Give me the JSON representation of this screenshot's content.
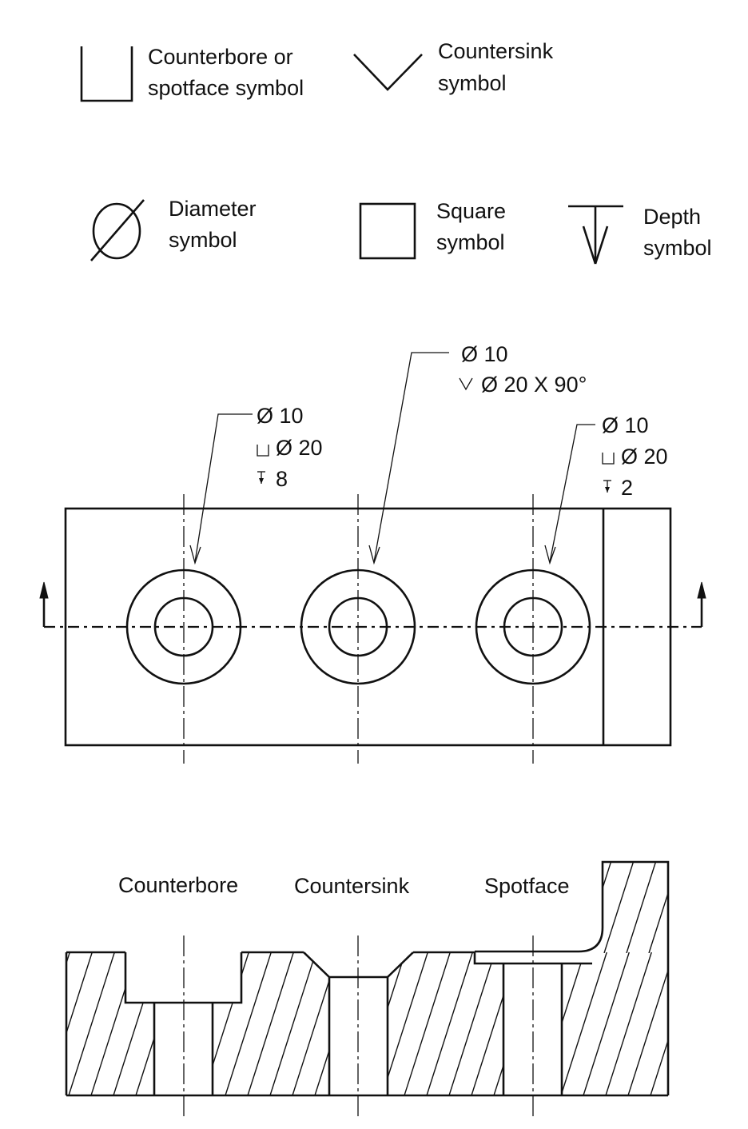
{
  "legend": {
    "counterbore": [
      "Counterbore or",
      "spotface symbol"
    ],
    "countersink": [
      "Countersink",
      "symbol"
    ],
    "diameter": [
      "Diameter",
      "symbol"
    ],
    "square": [
      "Square",
      "symbol"
    ],
    "depth": [
      "Depth",
      "symbol"
    ]
  },
  "callouts": {
    "counterbore": {
      "hole": "Ø 10",
      "bore": "Ø 20",
      "depth": "8"
    },
    "countersink": {
      "hole": "Ø 10",
      "sink": "Ø 20 X 90°"
    },
    "spotface": {
      "hole": "Ø 10",
      "bore": "Ø 20",
      "depth": "2"
    }
  },
  "section_labels": {
    "counterbore": "Counterbore",
    "countersink": "Countersink",
    "spotface": "Spotface"
  }
}
